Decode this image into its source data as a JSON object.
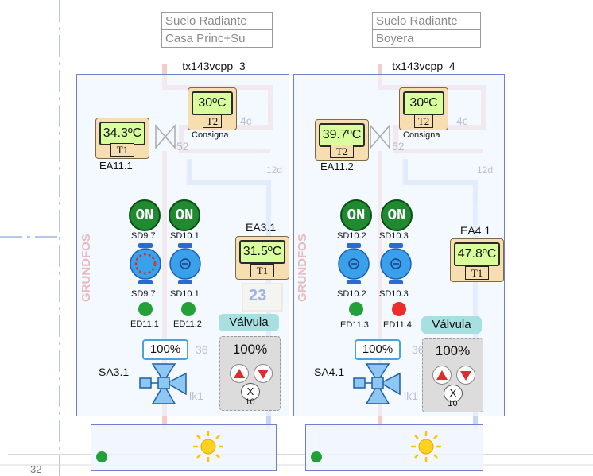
{
  "page": {
    "left_margin_number": "32"
  },
  "units": [
    {
      "header_line1": "Suelo Radiante",
      "header_line2": "Casa Princ+Su",
      "title": "tx143vcpp_3",
      "t1_display": {
        "value": "34.3ºC",
        "tag": "T1",
        "label": "EA11.1"
      },
      "t2_display": {
        "value": "30ºC",
        "tag": "T2",
        "caption": "Consigna"
      },
      "t3_display": {
        "value": "31.5ºC",
        "tag": "T1",
        "label": "EA3.1"
      },
      "bg_box_value": "23",
      "bg_codes": [
        "4c",
        "52",
        "12d",
        "36",
        "lk1"
      ],
      "pump_area_text": "GRUNDFOS",
      "pumps": [
        {
          "on_label": "ON",
          "top_label": "SD9.7",
          "bottom_label": "SD9.7",
          "ed_label": "ED11.1",
          "led": "#23a038"
        },
        {
          "on_label": "ON",
          "top_label": "SD10.1",
          "bottom_label": "SD10.1",
          "ed_label": "ED11.2",
          "led": "#23a038"
        }
      ],
      "valve": {
        "tag": "Válvula",
        "percent": "100%",
        "step": "10",
        "close_label": "X"
      },
      "actuator": {
        "label": "SA3.1",
        "percent": "100%"
      },
      "status": {
        "icon": "sun-icon",
        "led": "#23a038"
      }
    },
    {
      "header_line1": "Suelo Radiante",
      "header_line2": "Boyera",
      "title": "tx143vcpp_4",
      "t1_display": {
        "value": "39.7ºC",
        "tag": "T2",
        "label": "EA11.2"
      },
      "t2_display": {
        "value": "30ºC",
        "tag": "T2",
        "caption": "Consigna"
      },
      "t3_display": {
        "value": "47.8ºC",
        "tag": "T1",
        "label": "EA4.1"
      },
      "bg_box_value": "",
      "bg_codes": [
        "4c",
        "52",
        "12d",
        "36",
        "lk1"
      ],
      "pump_area_text": "GRUNDFOS",
      "pumps": [
        {
          "on_label": "ON",
          "top_label": "SD10.2",
          "bottom_label": "SD10.2",
          "ed_label": "ED11.3",
          "led": "#23a038"
        },
        {
          "on_label": "ON",
          "top_label": "SD10.3",
          "bottom_label": "SD10.3",
          "ed_label": "ED11.4",
          "led": "#ef2b2b"
        }
      ],
      "valve": {
        "tag": "Válvula",
        "percent": "100%",
        "step": "10",
        "close_label": "X"
      },
      "actuator": {
        "label": "SA4.1",
        "percent": "100%"
      },
      "status": {
        "icon": "sun-icon",
        "led": "#23a038"
      }
    }
  ],
  "colors": {
    "panel_border": "#6f7fd6",
    "display_screen": "#d8ff9c",
    "on_button": "#1f8a2f",
    "valve_tag": "#a8e0e2",
    "pump_body": "#3ba0ea",
    "actuator": "#8ec7f2"
  }
}
